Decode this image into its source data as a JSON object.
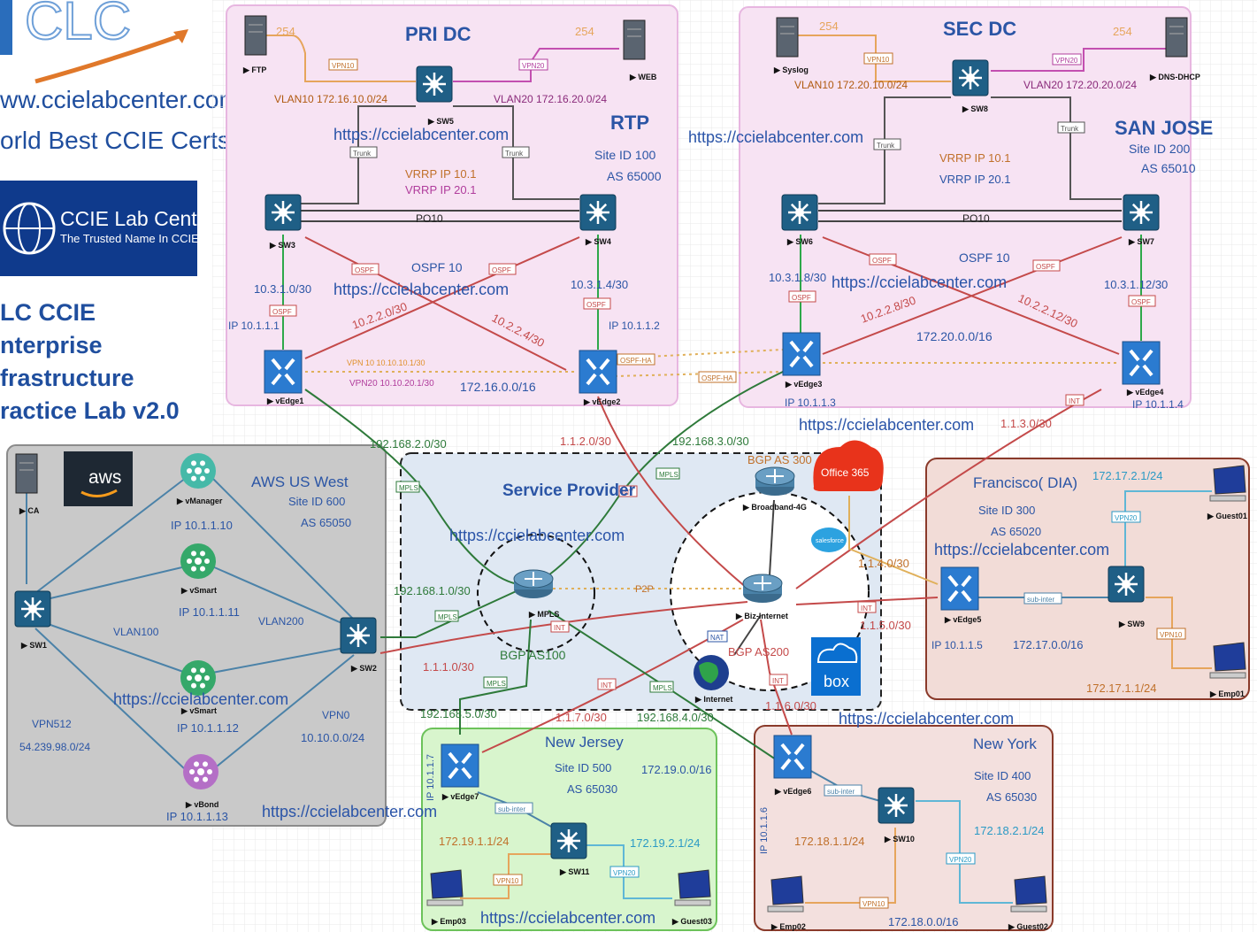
{
  "brand": {
    "site": "ww.ccielabcenter.com",
    "tagline": "orld Best CCIE Certs",
    "logo_name": "CCIE Lab Center",
    "logo_sub": "The Trusted Name In CCIE",
    "lab_title": [
      "LC CCIE",
      "nterprise",
      "frastructure",
      "ractice Lab v2.0"
    ]
  },
  "watermark": "https://ccielabcenter.com",
  "regions": {
    "pri_dc": {
      "title": "PRI DC",
      "site_name": "RTP",
      "site_id": "Site  ID 100",
      "as": "AS 65000",
      "vrrp1": "VRRP  IP  10.1",
      "vrrp2": "VRRP  IP  20.1",
      "po": "PO10",
      "ospf": "OSPF 10",
      "subnet": "172.16.0.0/16"
    },
    "sec_dc": {
      "title": "SEC DC",
      "site_name": "SAN JOSE",
      "site_id": "Site  ID 200",
      "as": "AS 65010",
      "vrrp1": "VRRP  IP  10.1",
      "vrrp2": "VRRP  IP  20.1",
      "po": "PO10",
      "ospf": "OSPF 10",
      "subnet": "172.20.0.0/16"
    },
    "aws": {
      "title": "AWS US West",
      "site_id": "Site  ID 600",
      "as": "AS 65050",
      "vlan100": "VLAN100",
      "vlan200": "VLAN200",
      "vpn512": "VPN512",
      "vpn512_net": "54.239.98.0/24",
      "vpn0": "VPN0",
      "vpn0_net": "10.10.0.0/24",
      "aws_logo": "aws"
    },
    "sp": {
      "title": "Service Provider",
      "bgp_mpls": "BGP  AS100",
      "bgp_bb": "BGP AS 300",
      "bgp_inet": "BGP  AS200"
    },
    "sf": {
      "title": "Francisco( DIA)",
      "site_id": "Site  ID 300",
      "as": "AS 65020",
      "subnet": "172.17.0.0/16",
      "guest_net": "172.17.2.1/24",
      "emp_net": "172.17.1.1/24"
    },
    "nj": {
      "title": "New Jersey",
      "site_id": "Site  ID 500",
      "as": "AS 65030",
      "subnet": "172.19.0.0/16",
      "emp_net": "172.19.1.1/24",
      "guest_net": "172.19.2.1/24"
    },
    "ny": {
      "title": "New York",
      "site_id": "Site  ID 400",
      "as": "AS 65030",
      "subnet": "172.18.0.0/16",
      "emp_net": "172.18.1.1/24",
      "guest_net": "172.18.2.1/24"
    }
  },
  "devices": {
    "ftp": "FTP",
    "web": "WEB",
    "sw5": "SW5",
    "sw3": "SW3",
    "sw4": "SW4",
    "vedge1": "vEdge1",
    "vedge2": "vEdge2",
    "syslog": "Syslog",
    "dns": "DNS-DHCP",
    "sw8": "SW8",
    "sw6": "SW6",
    "sw7": "SW7",
    "vedge3": "vEdge3",
    "vedge4": "vEdge4",
    "ca": "CA",
    "sw1": "SW1",
    "sw2": "SW2",
    "vmanager": "vManager",
    "vsmart1": "vSmart",
    "vsmart2": "vSmart",
    "vbond": "vBond",
    "mpls": "MPLS",
    "bb4g": "Broadband-4G",
    "biz": "Biz-Internet",
    "internet": "Internet",
    "vedge5": "vEdge5",
    "sw9": "SW9",
    "guest01": "Guest01",
    "emp01": "Emp01",
    "vedge7": "vEdge7",
    "sw11": "SW11",
    "emp03": "Emp03",
    "guest03": "Guest03",
    "vedge6": "vEdge6",
    "sw10": "SW10",
    "emp02": "Emp02",
    "guest02": "Guest02",
    "office365": "Office 365",
    "salesforce": "salesforce",
    "box": "box"
  },
  "labels": {
    "vlan10_pri": "VLAN10  172.16.10.0/24",
    "vlan20_pri": "VLAN20  172.16.20.0/24",
    "vlan10_sec": "VLAN10  172.20.10.0/24",
    "vlan20_sec": "VLAN20  172.20.20.0/24",
    "n254": "254",
    "ip_vedge1": "IP  10.1.1.1",
    "ip_vedge2": "IP  10.1.1.2",
    "ip_vedge3": "IP  10.1.1.3",
    "ip_vedge4": "IP  10.1.1.4",
    "ip_vm": "IP 10.1.1.10",
    "ip_vs1": "IP 10.1.1.11",
    "ip_vs2": "IP 10.1.1.12",
    "ip_vb": "IP 10.1.1.13",
    "ip_vedge5": "IP  10.1.1.5",
    "ip_vedge7": "IP  10.1.1.7",
    "ip_vedge6": "IP  10.1.1.6",
    "net_3_1": "10.3.1.0/30",
    "net_3_4": "10.3.1.4/30",
    "net_3_8": "10.3.1.8/30",
    "net_3_12": "10.3.1.12/30",
    "net_2_0": "10.2.2.0/30",
    "net_2_4": "10.2.2.4/30",
    "net_2_8": "10.2.2.8/30",
    "net_2_12": "10.2.2.12/30",
    "n192_2": "192.168.2.0/30",
    "n192_3": "192.168.3.0/30",
    "n192_1": "192.168.1.0/30",
    "n192_5": "192.168.5.0/30",
    "n192_4": "192.168.4.0/30",
    "n1_1_2": "1.1.2.0/30",
    "n1_1_3": "1.1.3.0/30",
    "n1_1_4": "1.1.4.0/30",
    "n1_1_5": "1.1.5.0/30",
    "n1_1_1": "1.1.1.0/30",
    "n1_1_7": "1.1.7.0/30",
    "n1_1_6": "1.1.6.0/30",
    "mpls_tag": "MPLS",
    "int_tag": "INT",
    "p2p": "P2P",
    "nat": "NAT",
    "trunk": "Trunk",
    "vpn10": "VPN10",
    "vpn20": "VPN20",
    "ospf": "OSPF",
    "ospf_ha": "OSPF-HA",
    "sub_inter": "sub-inter",
    "vpn10_tun": "VPN 10 10.10.10.1/30",
    "vpn20_tun": "VPN20 10.10.20.1/30"
  },
  "colors": {
    "pri": "#f7e3f3",
    "sec": "#f7e3f3",
    "aws": "#c9c9c9",
    "sp": "#dfe8f3",
    "sf": "#f2dcd7",
    "nj": "#d8f5cd",
    "ny": "#f3e0de",
    "url": "#2a54a8",
    "label": "#2b55a5"
  }
}
